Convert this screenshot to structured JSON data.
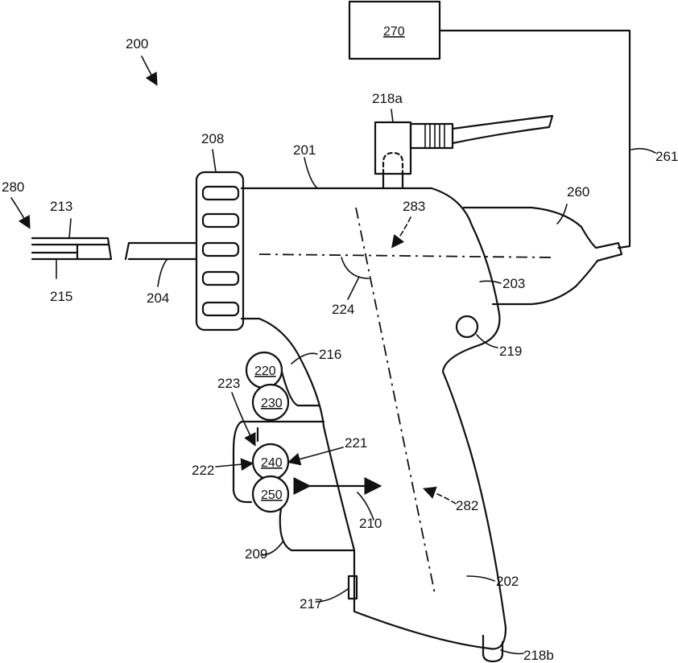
{
  "labels": {
    "fig": "200",
    "housing": "201",
    "grip": "202",
    "upper_body": "203",
    "shaft": "204",
    "knob": "208",
    "trigger": "209",
    "motion": "210",
    "tip_upper": "213",
    "tip_lower": "215",
    "trigger_top": "216",
    "button_217": "217",
    "connector_a": "218a",
    "connector_b": "218b",
    "button_219": "219",
    "ctrl_220": "220",
    "arrow_221": "221",
    "arrow_222": "222",
    "arrow_223": "223",
    "angle": "224",
    "ctrl_230": "230",
    "ctrl_240": "240",
    "ctrl_250": "250",
    "reservoir": "260",
    "line_261": "261",
    "box_270": "270",
    "tip_assembly": "280",
    "axis_282": "282",
    "axis_283": "283"
  }
}
